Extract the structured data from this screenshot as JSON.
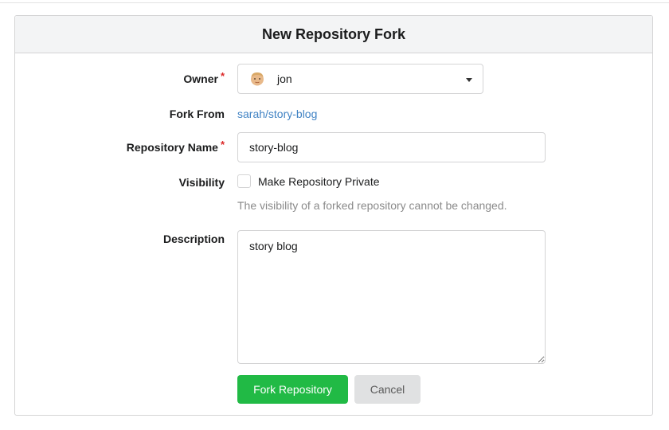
{
  "form": {
    "title": "New Repository Fork",
    "owner": {
      "label": "Owner",
      "required_marker": "*",
      "value": "jon",
      "avatar_icon": "user-avatar-icon"
    },
    "fork_from": {
      "label": "Fork From",
      "link_text": "sarah/story-blog"
    },
    "repo_name": {
      "label": "Repository Name",
      "required_marker": "*",
      "value": "story-blog"
    },
    "visibility": {
      "label": "Visibility",
      "checkbox_label": "Make Repository Private",
      "checked": false,
      "help": "The visibility of a forked repository cannot be changed."
    },
    "description": {
      "label": "Description",
      "value": "story blog"
    },
    "buttons": {
      "submit": "Fork Repository",
      "cancel": "Cancel"
    }
  },
  "colors": {
    "primary_button": "#21ba45",
    "link": "#4183c4",
    "required": "#db2828",
    "cancel_button": "#e0e1e2"
  }
}
